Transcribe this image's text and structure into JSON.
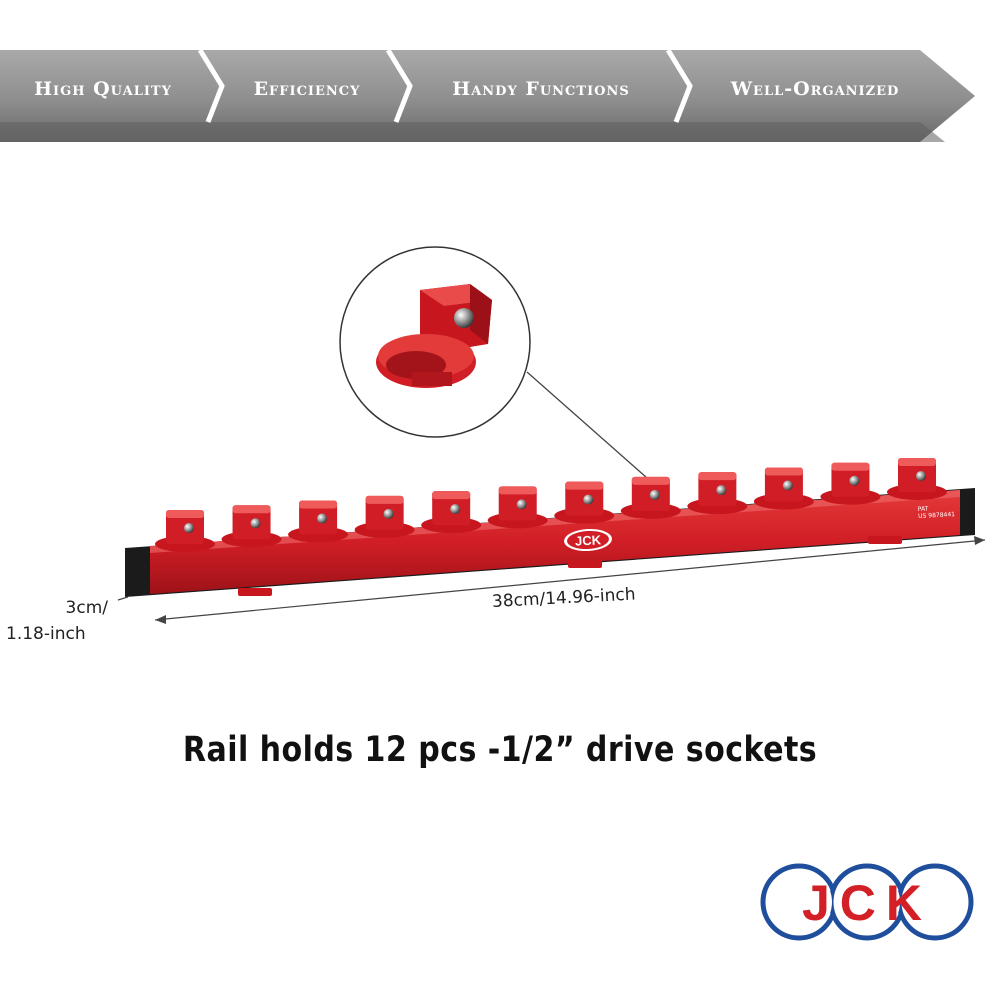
{
  "banner": {
    "segments": [
      {
        "label": "High Quality"
      },
      {
        "label": "Efficiency"
      },
      {
        "label": "Handy Functions"
      },
      {
        "label": "Well-Organized"
      }
    ]
  },
  "product": {
    "rail_logo": "JCK",
    "patent_line_1": "PAT",
    "patent_line_2": "US 9878441",
    "socket_count": 12
  },
  "dimensions": {
    "length": "38cm/14.96-inch",
    "height_line_1": "3cm/",
    "height_line_2": "1.18-inch"
  },
  "caption": "Rail holds 12 pcs -1/2” drive sockets",
  "brand": {
    "logo_text": "JCK",
    "colors": {
      "red": "#d32027",
      "blue": "#1f4f9c"
    }
  },
  "colors": {
    "rail_red": "#d6202a",
    "banner_gray": "#8c8c8c"
  }
}
